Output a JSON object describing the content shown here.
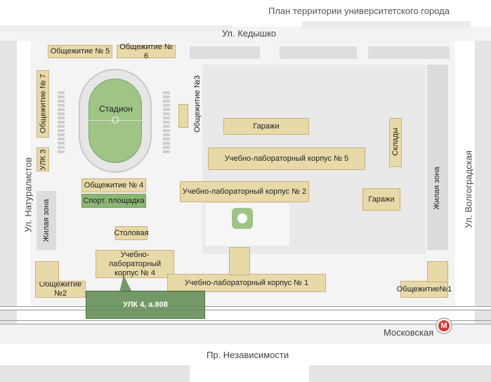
{
  "title": "План территории университетского города",
  "streets": {
    "kedyshko": "Ул. Кедышко",
    "naturalistov": "Ул. Натуралистов",
    "volgogradskaya": "Ул. Волгоградская",
    "nezavisimosti": "Пр. Независимости",
    "moskovskaya": "Московская"
  },
  "metro_icon": "М",
  "buildings": {
    "dorm5": "Общежитие № 5",
    "dorm6": "Общежитие № 6",
    "dorm7": "Общежитие № 7",
    "dorm3": "Общежитие №3",
    "dorm4": "Общежитие № 4",
    "dorm2": "Общежитие №2",
    "dorm1": "Общежитие№1",
    "ulk3": "УЛК 3",
    "stadium": "Стадион",
    "sport": "Спорт. площадка",
    "canteen": "Столовая",
    "ulk4": "Учебно-лабораторный корпус № 4",
    "ulk1": "Учебно-лабораторный корпус № 1",
    "ulk2": "Учебно-лабораторный корпус № 2",
    "ulk5": "Учебно-лабораторный корпус № 5",
    "garages1": "Гаражи",
    "garages2": "Гаражи",
    "warehouses": "Склады",
    "residential_left": "Жилая зона",
    "residential_right": "Жилая зона"
  },
  "highlight": "УЛК 4, а.808",
  "colors": {
    "building": "#e8d9a8",
    "highlight": "#5c8a4c",
    "stadium_field": "#9fc486",
    "metro": "#d6382e"
  }
}
